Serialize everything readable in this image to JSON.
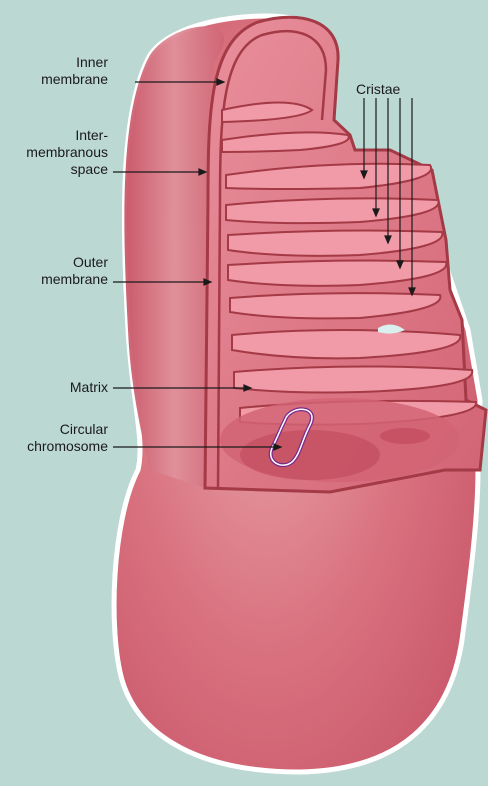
{
  "diagram": {
    "labels": {
      "inner_membrane": "Inner\nmembrane",
      "intermembranous_space": "Inter-\nmembranous\nspace",
      "outer_membrane": "Outer\nmembrane",
      "matrix": "Matrix",
      "circular_chromosome": "Circular\nchromosome",
      "cristae": "Cristae"
    },
    "colors": {
      "background": "#bcd8d3",
      "outer_membrane": "#c9586a",
      "outline": "#a33a45",
      "inner_fill": "#e27d8c",
      "matrix": "#d26474",
      "chromosome": "#7a2a8a"
    }
  }
}
